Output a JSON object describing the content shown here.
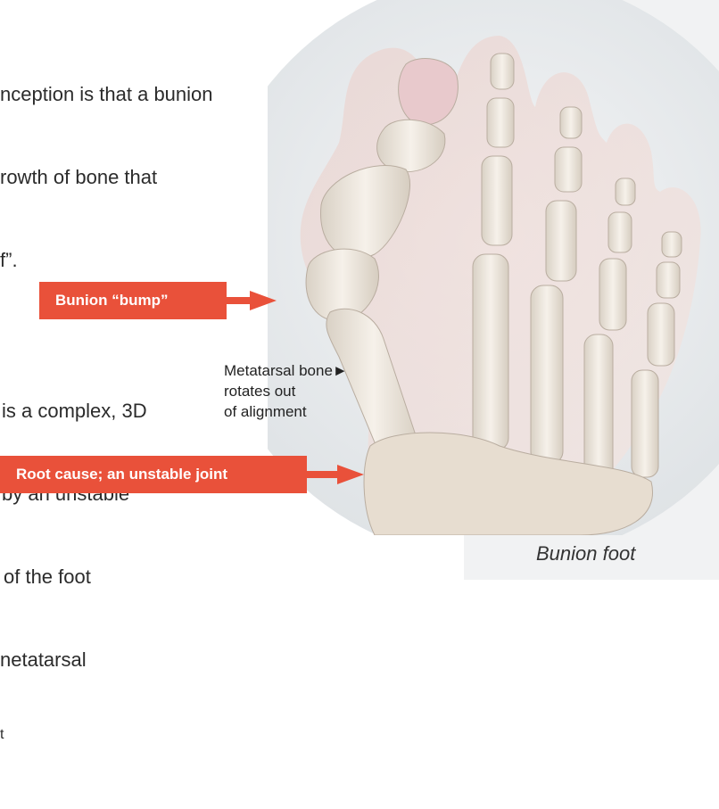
{
  "intro": {
    "paragraph1": [
      "nception is that a bunion",
      "rowth of bone that",
      "f”."
    ],
    "paragraph2": [
      "is a complex, 3D",
      "by an unstable",
      "of the foot",
      "netatarsal",
      "t"
    ]
  },
  "callouts": {
    "bump": "Bunion “bump”",
    "root_cause": "Root cause; an unstable joint"
  },
  "rotation_label": {
    "line1": "Metatarsal bone►",
    "line2": "rotates out",
    "line3": "of alignment"
  },
  "caption": "Bunion foot",
  "colors": {
    "callout": "#e9513a",
    "panel": "#f1f2f3",
    "bone": "#efe6dc",
    "skin": "#e9ccc8"
  }
}
